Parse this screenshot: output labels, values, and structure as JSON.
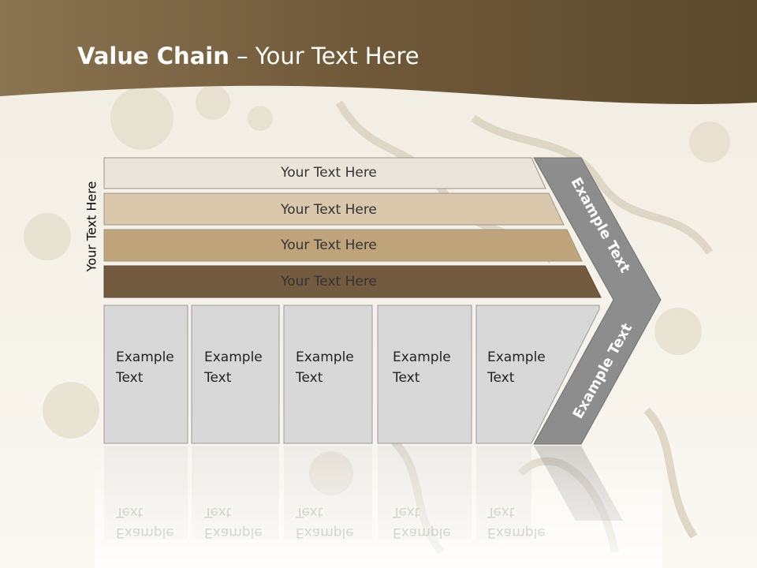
{
  "slide": {
    "title_bold": "Value Chain",
    "title_rest": " – Your Text Here",
    "side_label": "Your Text Here"
  },
  "bars": [
    {
      "label": "Your Text Here",
      "color": "#ebe4da"
    },
    {
      "label": "Your Text Here",
      "color": "#d9c8ab"
    },
    {
      "label": "Your Text Here",
      "color": "#bfa47b"
    },
    {
      "label": "Your Text Here",
      "color": "#725b3f"
    }
  ],
  "boxes": [
    {
      "label": "Example\nText"
    },
    {
      "label": "Example\nText"
    },
    {
      "label": "Example\nText"
    },
    {
      "label": "Example\nText"
    },
    {
      "label": "Example\nText"
    }
  ],
  "chevron": {
    "upper_label": "Example Text",
    "lower_label": "Example Text",
    "color": "#8d8d8d"
  },
  "colors": {
    "header": "#6b5636",
    "box": "#d8d8d8",
    "background": "#f7f4ec"
  }
}
